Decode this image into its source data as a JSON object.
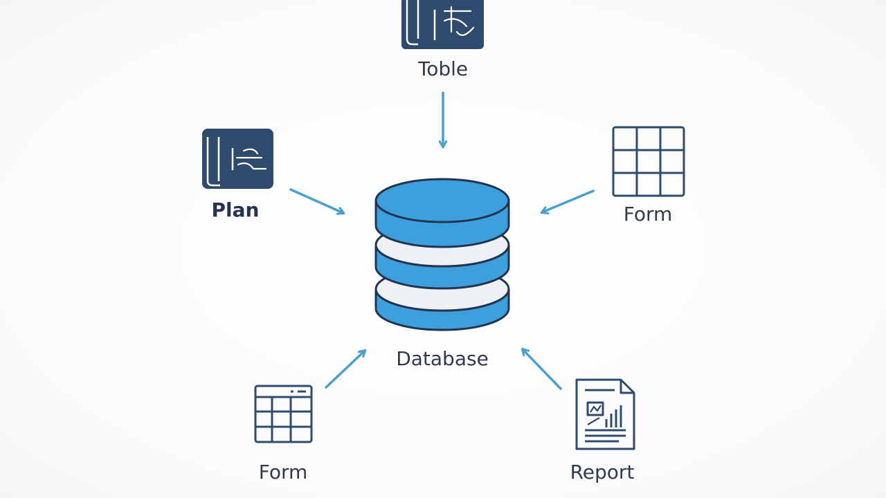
{
  "nodes": {
    "center": {
      "label": "Database",
      "icon": "database-icon"
    },
    "top": {
      "label": "Toble",
      "icon": "blueprint-icon"
    },
    "left": {
      "label": "Plan",
      "icon": "blueprint-icon"
    },
    "right": {
      "label": "Form",
      "icon": "grid-icon"
    },
    "bottom_left": {
      "label": "Form",
      "icon": "spreadsheet-icon"
    },
    "bottom_right": {
      "label": "Report",
      "icon": "report-document-icon"
    }
  },
  "colors": {
    "navy": "#2e4a6c",
    "blue": "#3d9fdc",
    "arrow": "#4aa0cc",
    "text": "#2f3b4d",
    "db_gap": "#eef1f4"
  }
}
